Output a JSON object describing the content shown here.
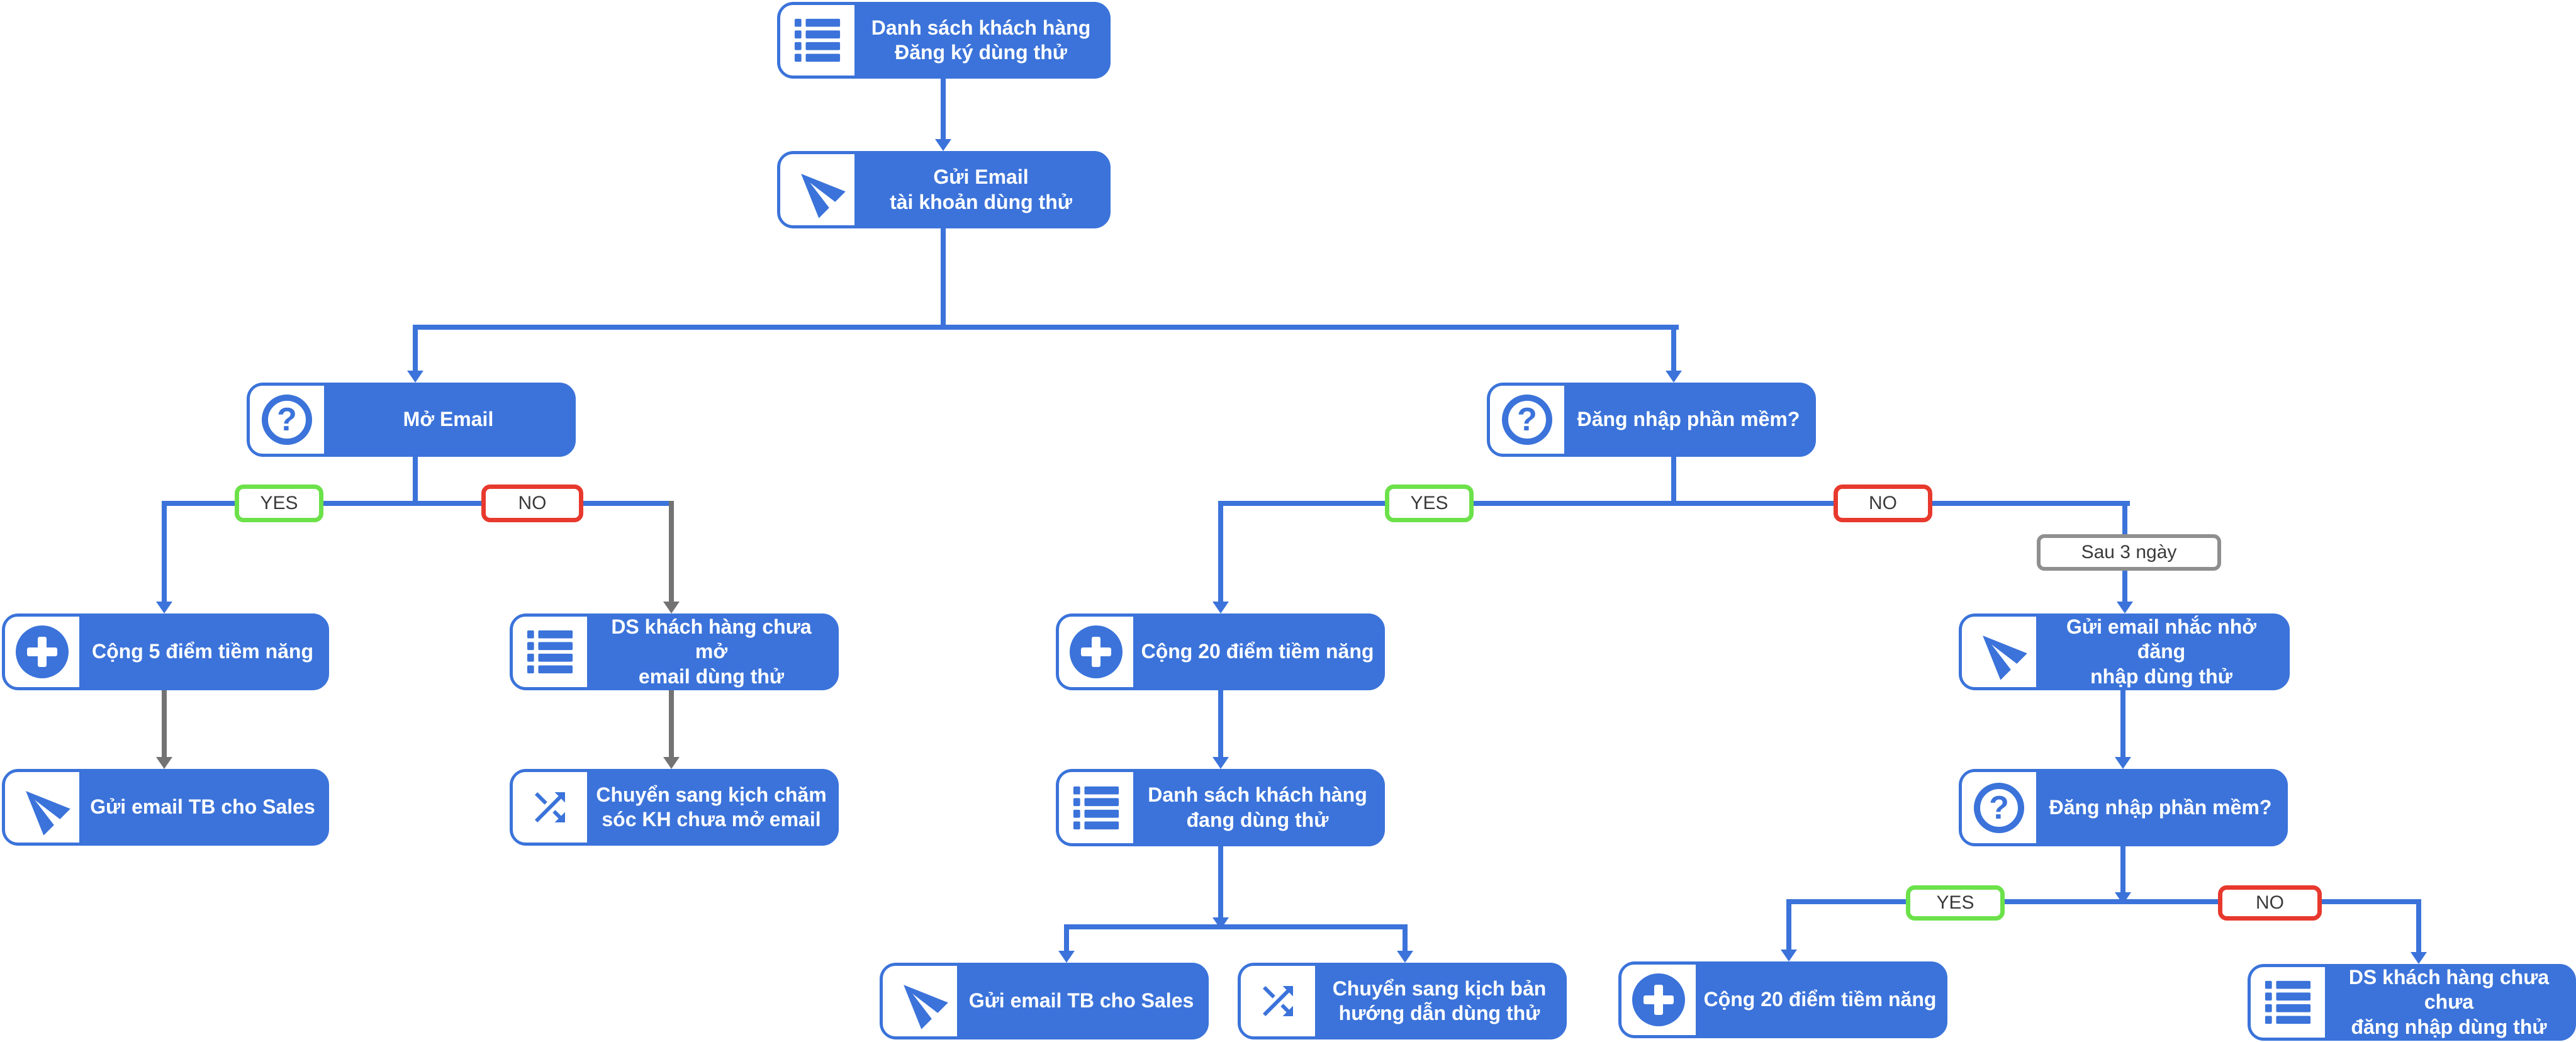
{
  "colors": {
    "node_blue": "#3B73DA",
    "connector_blue": "#3B73DA",
    "connector_gray": "#737373",
    "yes_green": "#6CE14A",
    "no_red": "#E7392D",
    "delay_gray": "#8F8F8F",
    "node_text": "#FFFFFF",
    "badge_text": "#3B3B3D"
  },
  "nodes": [
    {
      "id": "list-signup",
      "icon": "list-icon",
      "label": "Danh sách khách hàng\nĐăng ký dùng thử"
    },
    {
      "id": "send-trial-email",
      "icon": "paper-plane-icon",
      "label": "Gửi Email\ntài khoản dùng thử"
    },
    {
      "id": "open-email",
      "icon": "question-icon",
      "label": "Mở Email"
    },
    {
      "id": "login-software-1",
      "icon": "question-icon",
      "label": "Đăng nhập phần mềm?"
    },
    {
      "id": "add-5-points",
      "icon": "plus-icon",
      "label": "Cộng 5 điểm tiềm năng"
    },
    {
      "id": "list-not-opened",
      "icon": "list-icon",
      "label": "DS khách hàng chưa mở\nemail dùng thử"
    },
    {
      "id": "notify-sales-1",
      "icon": "paper-plane-icon",
      "label": "Gửi email TB cho Sales"
    },
    {
      "id": "switch-care",
      "icon": "shuffle-icon",
      "label": "Chuyển sang kịch chăm\nsóc KH chưa mở email"
    },
    {
      "id": "add-20-points-1",
      "icon": "plus-icon",
      "label": "Cộng 20 điểm tiềm năng"
    },
    {
      "id": "list-trialing",
      "icon": "list-icon",
      "label": "Danh sách khách hàng\nđang dùng thử"
    },
    {
      "id": "notify-sales-2",
      "icon": "paper-plane-icon",
      "label": "Gửi email TB cho Sales"
    },
    {
      "id": "switch-guide",
      "icon": "shuffle-icon",
      "label": "Chuyển sang kịch bản\nhướng dẫn dùng thử"
    },
    {
      "id": "send-reminder",
      "icon": "paper-plane-icon",
      "label": "Gửi email nhắc nhở đăng\nnhập dùng thử"
    },
    {
      "id": "login-software-2",
      "icon": "question-icon",
      "label": "Đăng nhập phần mềm?"
    },
    {
      "id": "add-20-points-2",
      "icon": "plus-icon",
      "label": "Cộng 20 điểm tiềm năng"
    },
    {
      "id": "list-not-login",
      "icon": "list-icon",
      "label": "DS khách hàng chưa chưa\nđăng nhập dùng thử"
    }
  ],
  "edge_labels": [
    {
      "id": "yes-left",
      "label": "YES",
      "color": "#6CE14A"
    },
    {
      "id": "no-left",
      "label": "NO",
      "color": "#E7392D"
    },
    {
      "id": "yes-right",
      "label": "YES",
      "color": "#6CE14A"
    },
    {
      "id": "no-right",
      "label": "NO",
      "color": "#E7392D"
    },
    {
      "id": "delay",
      "label": "Sau 3 ngày",
      "color": "#8F8F8F"
    },
    {
      "id": "yes-bottom",
      "label": "YES",
      "color": "#6CE14A"
    },
    {
      "id": "no-bottom",
      "label": "NO",
      "color": "#E7392D"
    }
  ],
  "edges": [
    {
      "from": "list-signup",
      "to": "send-trial-email"
    },
    {
      "from": "send-trial-email",
      "to": "open-email"
    },
    {
      "from": "send-trial-email",
      "to": "login-software-1"
    },
    {
      "from": "open-email",
      "to": "add-5-points",
      "label": "YES"
    },
    {
      "from": "open-email",
      "to": "list-not-opened",
      "label": "NO"
    },
    {
      "from": "add-5-points",
      "to": "notify-sales-1"
    },
    {
      "from": "list-not-opened",
      "to": "switch-care"
    },
    {
      "from": "login-software-1",
      "to": "add-20-points-1",
      "label": "YES"
    },
    {
      "from": "login-software-1",
      "to": "send-reminder",
      "label": "NO, Sau 3 ngày"
    },
    {
      "from": "add-20-points-1",
      "to": "list-trialing"
    },
    {
      "from": "list-trialing",
      "to": "notify-sales-2"
    },
    {
      "from": "list-trialing",
      "to": "switch-guide"
    },
    {
      "from": "send-reminder",
      "to": "login-software-2"
    },
    {
      "from": "login-software-2",
      "to": "add-20-points-2",
      "label": "YES"
    },
    {
      "from": "login-software-2",
      "to": "list-not-login",
      "label": "NO"
    }
  ]
}
